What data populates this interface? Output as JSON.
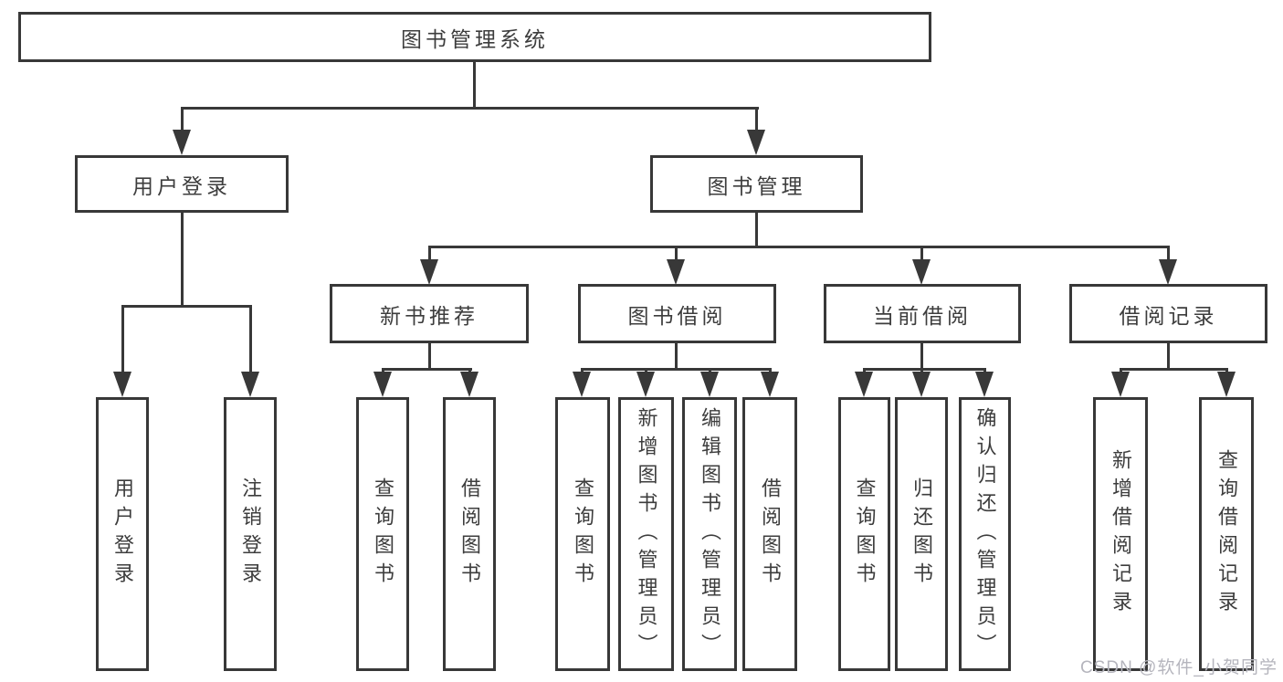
{
  "diagram_title": "图书管理系统",
  "nodes": {
    "root": "图书管理系统",
    "user_login": "用户登录",
    "book_mgmt": "图书管理",
    "new_book_rec": "新书推荐",
    "book_borrow": "图书借阅",
    "current_borrow": "当前借阅",
    "borrow_record": "借阅记录",
    "ul_login": "用户登录",
    "ul_logout": "注销登录",
    "nb_query": "查询图书",
    "nb_borrow": "借阅图书",
    "bb_query": "查询图书",
    "bb_add": "新增图书（管理员）",
    "bb_edit": "编辑图书（管理员）",
    "bb_borrow": "借阅图书",
    "cb_query": "查询图书",
    "cb_return": "归还图书",
    "cb_confirm": "确认归还（管理员）",
    "br_add": "新增借阅记录",
    "br_query": "查询借阅记录"
  },
  "watermark": "CSDN @软件_小贺同学",
  "colors": {
    "line": "#383838",
    "text": "#3d3d3d",
    "watermark": "#b5b5bd",
    "background": "#ffffff"
  }
}
